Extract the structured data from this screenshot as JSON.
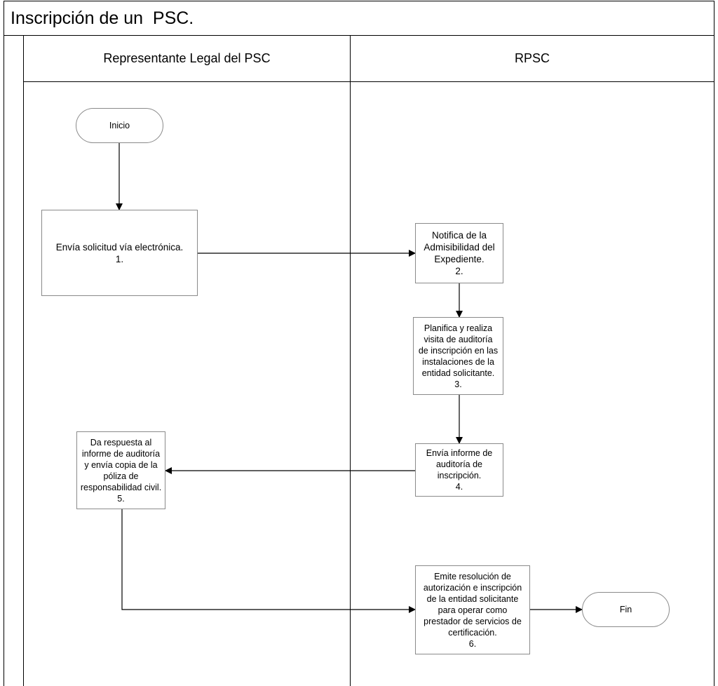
{
  "diagram": {
    "title": "Inscripción de un  PSC.",
    "lanes": [
      {
        "id": "legal",
        "label": "Representante Legal del PSC"
      },
      {
        "id": "rpsc",
        "label": "RPSC"
      }
    ],
    "nodes": {
      "start": "Inicio",
      "step1": "Envía solicitud vía electrónica.\n1.",
      "step2": "Notifica de la\nAdmisibilidad del\nExpediente.\n2.",
      "step3": "Planifica y realiza\nvisita de auditoría\nde inscripción en las\ninstalaciones de la\nentidad solicitante.\n3.",
      "step4": "Envía informe de\nauditoría de\ninscripción.\n4.",
      "step5": "Da respuesta al\ninforme de auditoría\ny envía copia de la\npóliza de\nresponsabilidad civil.\n5.",
      "step6": "Emite resolución de\nautorización e inscripción\nde la entidad solicitante\npara operar como\nprestador de servicios de\ncertificación.\n6.",
      "end": "Fin"
    }
  }
}
